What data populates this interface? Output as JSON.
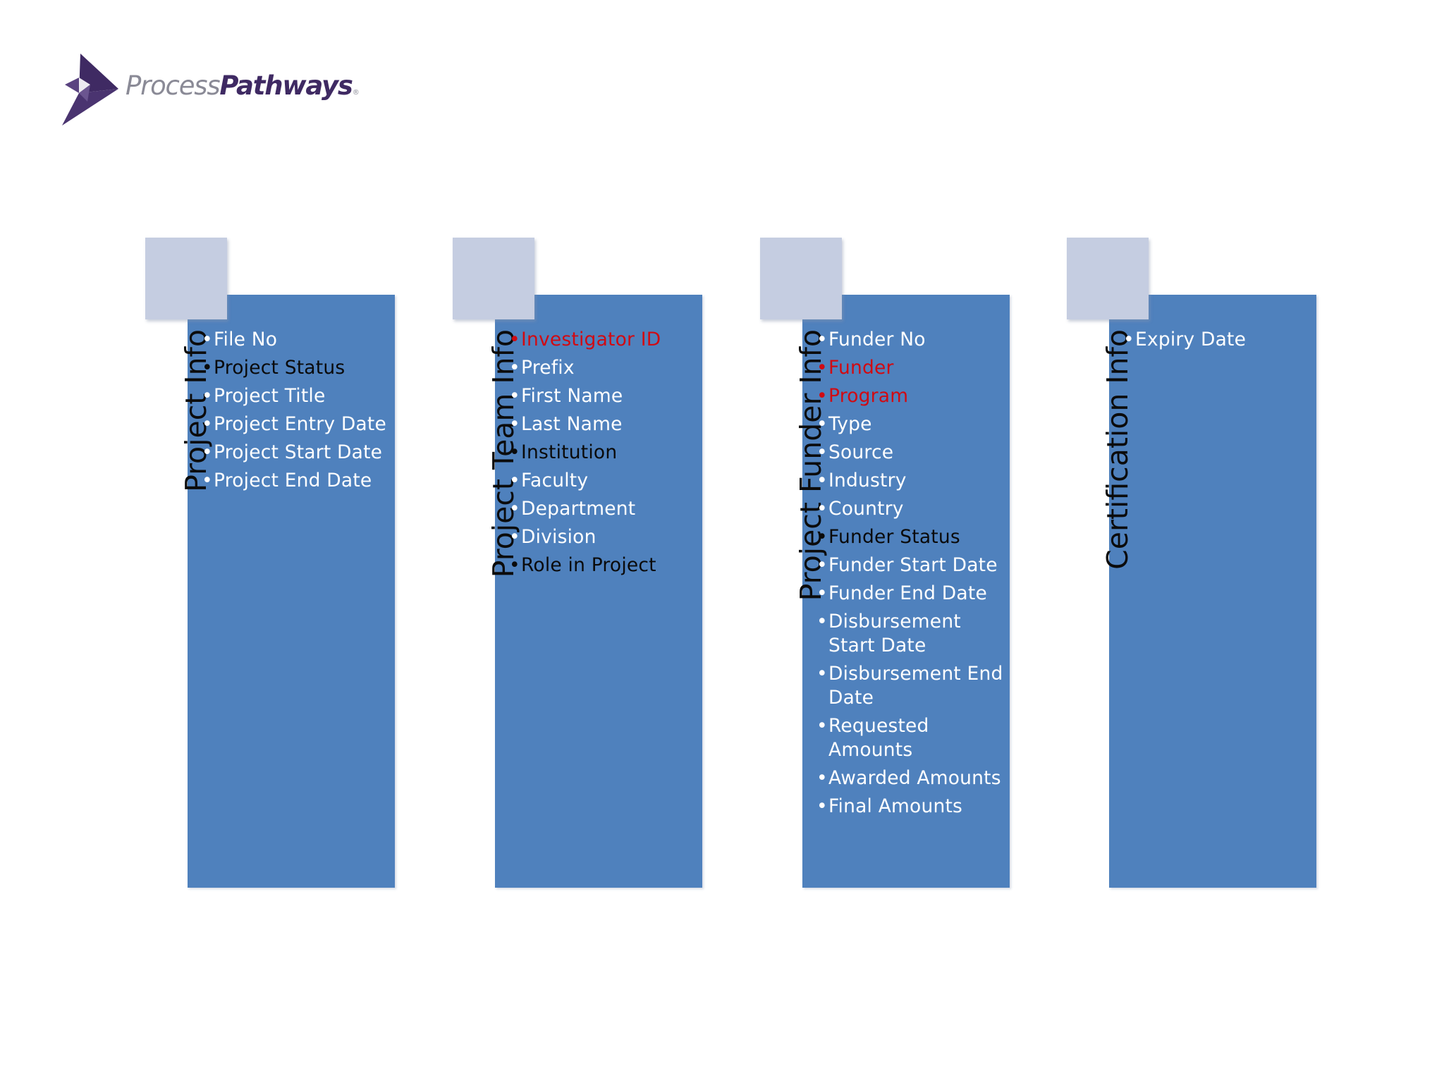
{
  "logo": {
    "text_regular": "Process",
    "text_bold": "Pathways",
    "registered": "®",
    "colors": {
      "mark": "#3f2a63",
      "text_grey": "#8a8a96"
    }
  },
  "colors": {
    "panel": "#4f81bd",
    "accent_square": "#c5cde1",
    "item_default": "#ffffff",
    "item_dark": "#0a0a0a",
    "item_red": "#d10a12"
  },
  "columns": [
    {
      "title": "Project Info",
      "items": [
        {
          "label": "File No",
          "style": "default"
        },
        {
          "label": "Project Status",
          "style": "dark"
        },
        {
          "label": "Project Title",
          "style": "default"
        },
        {
          "label": "Project Entry Date",
          "style": "default"
        },
        {
          "label": "Project Start Date",
          "style": "default"
        },
        {
          "label": "Project End Date",
          "style": "default"
        }
      ]
    },
    {
      "title": "Project Team Info",
      "items": [
        {
          "label": "Investigator ID",
          "style": "red"
        },
        {
          "label": "Prefix",
          "style": "default"
        },
        {
          "label": "First Name",
          "style": "default"
        },
        {
          "label": "Last Name",
          "style": "default"
        },
        {
          "label": "Institution",
          "style": "dark"
        },
        {
          "label": "Faculty",
          "style": "default"
        },
        {
          "label": "Department",
          "style": "default"
        },
        {
          "label": "Division",
          "style": "default"
        },
        {
          "label": "Role in Project",
          "style": "dark"
        }
      ]
    },
    {
      "title": "Project Funder Info",
      "items": [
        {
          "label": "Funder No",
          "style": "default"
        },
        {
          "label": "Funder",
          "style": "red"
        },
        {
          "label": "Program",
          "style": "red"
        },
        {
          "label": "Type",
          "style": "default"
        },
        {
          "label": "Source",
          "style": "default"
        },
        {
          "label": "Industry",
          "style": "default"
        },
        {
          "label": "Country",
          "style": "default"
        },
        {
          "label": "Funder Status",
          "style": "dark"
        },
        {
          "label": "Funder Start Date",
          "style": "default"
        },
        {
          "label": "Funder End Date",
          "style": "default"
        },
        {
          "label": "Disbursement Start Date",
          "style": "default"
        },
        {
          "label": "Disbursement End Date",
          "style": "default"
        },
        {
          "label": "Requested Amounts",
          "style": "default"
        },
        {
          "label": "Awarded Amounts",
          "style": "default"
        },
        {
          "label": "Final Amounts",
          "style": "default"
        }
      ]
    },
    {
      "title": "Certification Info",
      "items": [
        {
          "label": "Expiry Date",
          "style": "default"
        }
      ]
    }
  ]
}
